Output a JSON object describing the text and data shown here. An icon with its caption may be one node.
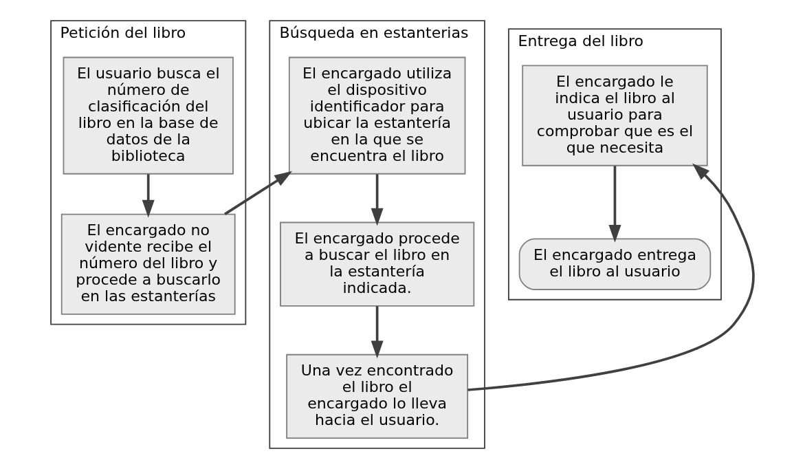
{
  "diagram": {
    "nodes": [
      {
        "text": [
          "Petición del libro"
        ]
      },
      {
        "text": [
          "El usuario busca el número de clasificación del libro en la base de datos de la biblioteca"
        ],
        "in": 0
      },
      {
        "text": [
          "El encargado no vidente recibe el número del libro y procede a buscarlo en las estanterías"
        ],
        "in": 0
      },
      {
        "text": [
          "Búsqueda en estanterias"
        ]
      },
      {
        "text": [
          "El encargado utiliza el dispositivo identificador para ubicar la estantería en la que se encuentra el libro"
        ],
        "in": 3
      },
      {
        "text": [
          "El encargado procede a buscar el libro en la estantería indicada."
        ],
        "in": 3
      },
      {
        "text": [
          "Una vez encontrado el libro el encargado lo lleva hacia el usuario."
        ],
        "in": 3
      },
      {
        "text": [
          "Entrega del libro"
        ]
      },
      {
        "text": [
          "El encargado le indica el libro al usuario para comprobar que es el que necesita"
        ],
        "in": 7
      },
      {
        "text": [
          "El encargado entrega el libro al usuario"
        ],
        "in": 7
      }
    ],
    "edges": [
      {
        "from": 1,
        "to": 2,
        "arrow": "to"
      },
      {
        "from": 2,
        "to": 4,
        "arrow": "to"
      },
      {
        "from": 4,
        "to": 5,
        "arrow": "to"
      },
      {
        "from": 5,
        "to": 6,
        "arrow": "to"
      },
      {
        "from": 6,
        "to": 8,
        "arrow": "to"
      },
      {
        "from": 8,
        "to": 9,
        "arrow": "to"
      }
    ]
  }
}
